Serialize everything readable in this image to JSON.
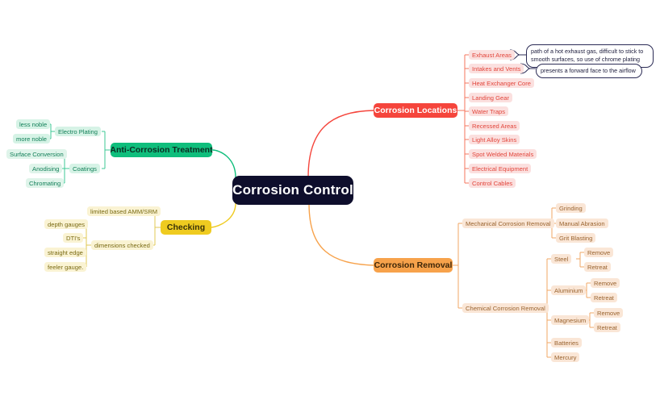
{
  "root": {
    "label": "Corrosion Control"
  },
  "colors": {
    "root_bg": "#0E0E2C",
    "locations": "#F5453C",
    "treatment": "#0FBE7C",
    "checking": "#EFCB20",
    "removal": "#F7A24B",
    "note_border": "#2B2B55"
  },
  "branches": {
    "locations": {
      "label": "Corrosion Locations",
      "items": [
        {
          "label": "Exhaust Areas"
        },
        {
          "label": "Intakes and Vents"
        },
        {
          "label": "Heat Exchanger Core"
        },
        {
          "label": "Landing Gear"
        },
        {
          "label": "Water Traps"
        },
        {
          "label": "Recessed Areas"
        },
        {
          "label": "Light Alloy Skins"
        },
        {
          "label": "Spot Welded Materials"
        },
        {
          "label": "Electrical Equipment"
        },
        {
          "label": "Control Cables"
        }
      ],
      "notes": [
        {
          "text": "path of a hot exhaust gas, difficult to stick to smooth surfaces, so use of chrome plating"
        },
        {
          "text": "presents a forward face to the airflow"
        }
      ]
    },
    "treatment": {
      "label": "Anti-Corrosion Treatment",
      "groups": [
        {
          "label": "Electro Plating",
          "items": [
            {
              "label": "less noble"
            },
            {
              "label": "more noble"
            }
          ]
        },
        {
          "label": "Coatings",
          "items": [
            {
              "label": "Surface Conversion"
            },
            {
              "label": "Anodising"
            },
            {
              "label": "Chromating"
            }
          ]
        }
      ]
    },
    "checking": {
      "label": "Checking",
      "groups": [
        {
          "label": "limited based AMM/SRM",
          "items": []
        },
        {
          "label": "dimensions checked",
          "items": [
            {
              "label": "depth gauges"
            },
            {
              "label": "DTI's"
            },
            {
              "label": "straight edge"
            },
            {
              "label": "feeler gauge."
            }
          ]
        }
      ]
    },
    "removal": {
      "label": "Corrosion Removal",
      "groups": [
        {
          "label": "Mechanical Corrosion Removal",
          "items": [
            {
              "label": "Grinding"
            },
            {
              "label": "Manual Abrasion"
            },
            {
              "label": "Grit Blasting"
            }
          ]
        },
        {
          "label": "Chemical Corrosion Removal",
          "items": [
            {
              "label": "Steel",
              "sub": [
                {
                  "label": "Remove"
                },
                {
                  "label": "Retreat"
                }
              ]
            },
            {
              "label": "Aluminium",
              "sub": [
                {
                  "label": "Remove"
                },
                {
                  "label": "Retreat"
                }
              ]
            },
            {
              "label": "Magnesium",
              "sub": [
                {
                  "label": "Remove"
                },
                {
                  "label": "Retreat"
                }
              ]
            },
            {
              "label": "Batteries",
              "sub": []
            },
            {
              "label": "Mercury",
              "sub": []
            }
          ]
        }
      ]
    }
  }
}
